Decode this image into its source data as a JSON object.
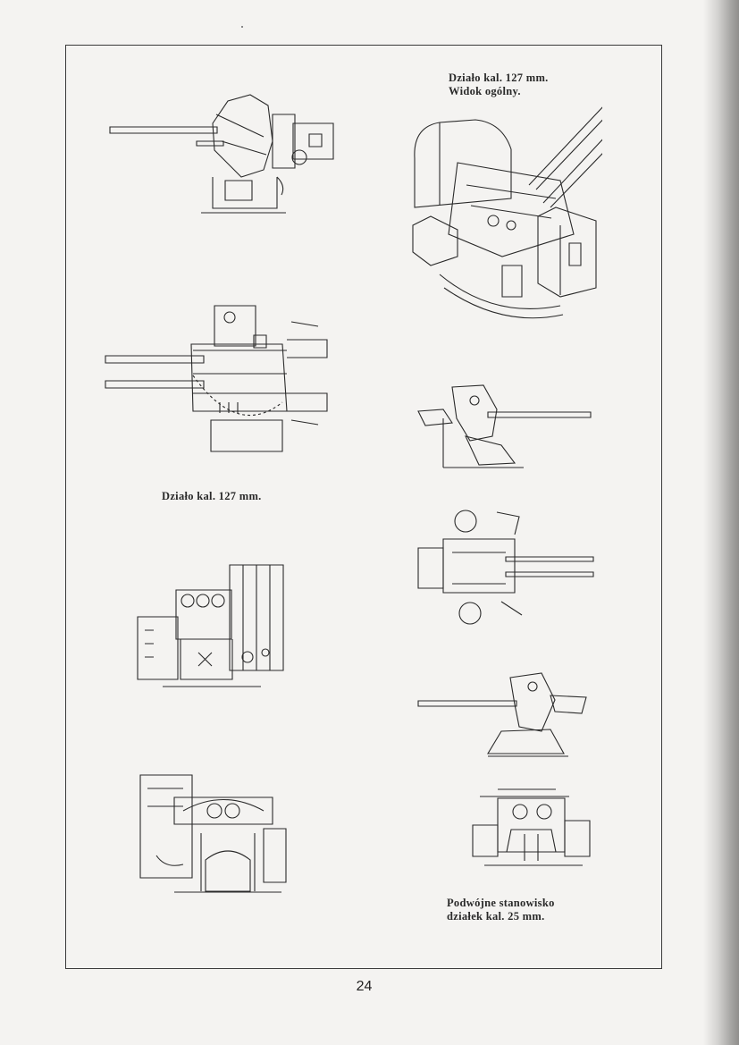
{
  "page": {
    "page_number": "24"
  },
  "captions": {
    "gun_127_overview_line1": "Działo kal. 127 mm.",
    "gun_127_overview_line2": "Widok ogólny.",
    "gun_127": "Działo kal. 127 mm.",
    "twin_25_line1": "Podwójne stanowisko",
    "twin_25_line2": "działek kal. 25 mm."
  },
  "colors": {
    "ink": "#2a2a2a",
    "paper": "#f4f3f1",
    "frame": "#3a3a3a"
  }
}
